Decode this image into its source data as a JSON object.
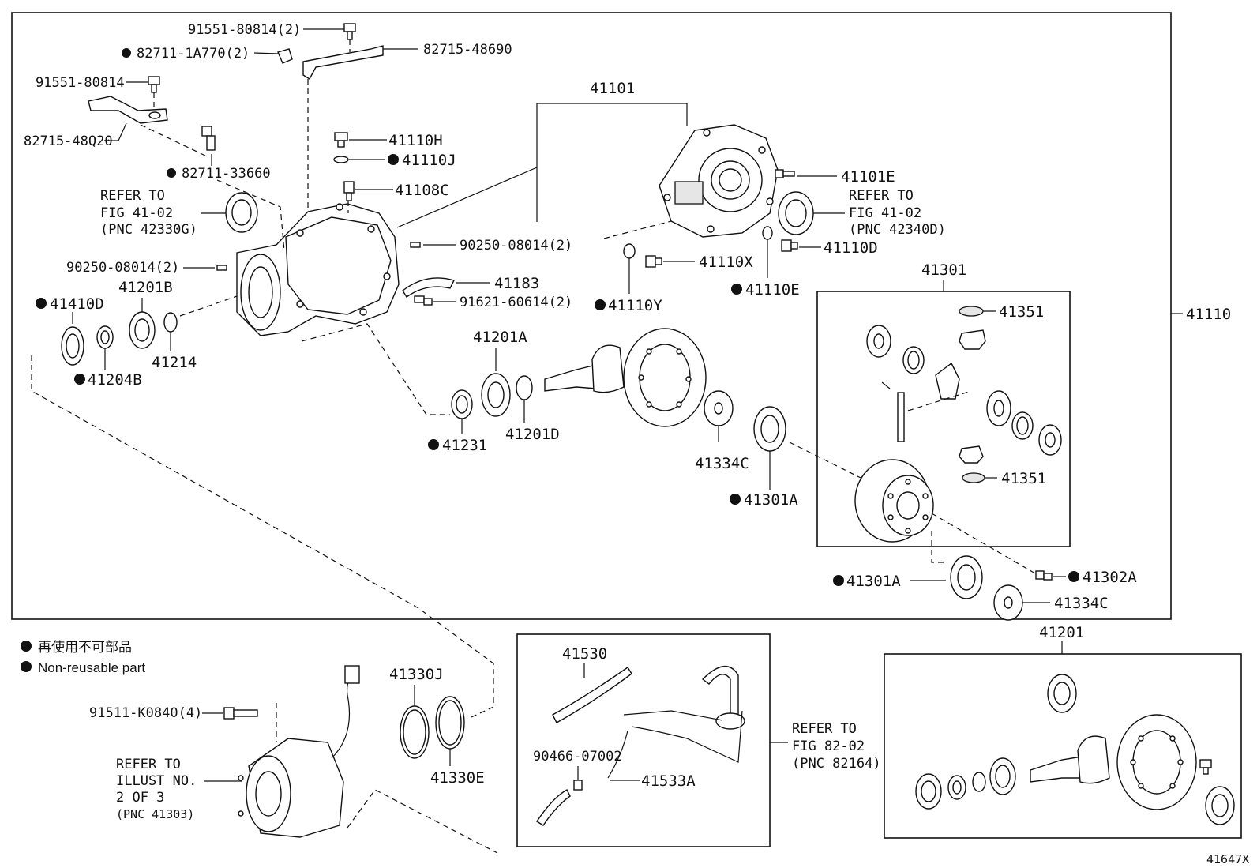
{
  "legend": {
    "japanese": "再使用不可部品",
    "english": "Non-reusable part"
  },
  "frames": {
    "main_assembly": "41110",
    "diff_case": "41301",
    "pinion_set": "41201",
    "case_housing": "41101"
  },
  "labels": {
    "p91551_80814_2": "91551-80814(2)",
    "p82715_48690": "82715-48690",
    "p82711_1a770_2": "82711-1A770(2)",
    "p91551_80814": "91551-80814",
    "p82715_48q20": "82715-48Q20",
    "p82711_33660": "82711-33660",
    "p41110h": "41110H",
    "p41110j": "41110J",
    "p41108c": "41108C",
    "p41101e": "41101E",
    "p90250_r": "90250-08014(2)",
    "p90250_l": "90250-08014(2)",
    "p41183": "41183",
    "p91621": "91621-60614(2)",
    "p41110x": "41110X",
    "p41110d": "41110D",
    "p41110e": "41110E",
    "p41110y": "41110Y",
    "p41410d": "41410D",
    "p41201b": "41201B",
    "p41214": "41214",
    "p41204b": "41204B",
    "p41201a": "41201A",
    "p41231": "41231",
    "p41201d": "41201D",
    "p41334c_1": "41334C",
    "p41301a_1": "41301A",
    "p41351_top": "41351",
    "p41351_bot": "41351",
    "p41301a_2": "41301A",
    "p41302a": "41302A",
    "p41334c_2": "41334C",
    "p41530": "41530",
    "p90466": "90466-07002",
    "p41533a": "41533A",
    "p41330j": "41330J",
    "p41330e": "41330E",
    "p91511": "91511-K0840(4)"
  },
  "refer_notes": {
    "left": [
      "REFER TO",
      "FIG 41-02",
      "(PNC 42330G)"
    ],
    "right": [
      "REFER TO",
      "FIG 41-02",
      "(PNC 42340D)"
    ],
    "hose": [
      "REFER TO",
      "FIG 82-02",
      "(PNC 82164)"
    ],
    "motor": [
      "REFER TO",
      "ILLUST NO.",
      "2 OF 3",
      "(PNC 41303)"
    ]
  },
  "figure_code": "41647X"
}
